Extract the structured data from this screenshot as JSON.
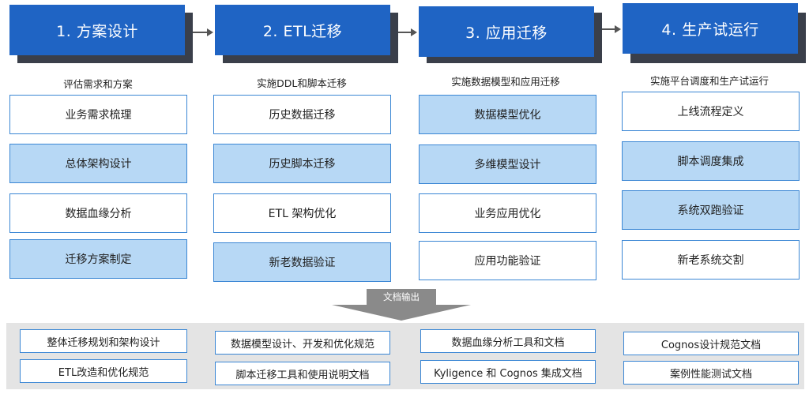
{
  "phases": [
    {
      "title": "1. 方案设计",
      "subtitle": "评估需求和方案",
      "tasks": [
        "业务需求梳理",
        "总体架构设计",
        "数据血缘分析",
        "迁移方案制定"
      ],
      "docs": [
        "整体迁移规划和架构设计",
        "ETL改造和优化规范"
      ]
    },
    {
      "title": "2. ETL迁移",
      "subtitle": "实施DDL和脚本迁移",
      "tasks": [
        "历史数据迁移",
        "历史脚本迁移",
        "ETL 架构优化",
        "新老数据验证"
      ],
      "docs": [
        "数据模型设计、开发和优化规范",
        "脚本迁移工具和使用说明文档"
      ]
    },
    {
      "title": "3. 应用迁移",
      "subtitle": "实施数据模型和应用迁移",
      "tasks": [
        "数据模型优化",
        "多维模型设计",
        "业务应用优化",
        "应用功能验证"
      ],
      "docs": [
        "数据血缘分析工具和文档",
        "Kyligence 和 Cognos 集成文档"
      ]
    },
    {
      "title": "4. 生产试运行",
      "subtitle": "实施平台调度和生产试运行",
      "tasks": [
        "上线流程定义",
        "脚本调度集成",
        "系统双跑验证",
        "新老系统交割"
      ],
      "docs": [
        "Cognos设计规范文档",
        "案例性能测试文档"
      ]
    }
  ],
  "output_label": "文档输出",
  "colors": {
    "header": "#1f64c4",
    "header_shadow": "#3a3f4a",
    "box_border": "#3a86d4",
    "box_highlight": "#b7d8f5",
    "band": "#e4e4e4"
  }
}
